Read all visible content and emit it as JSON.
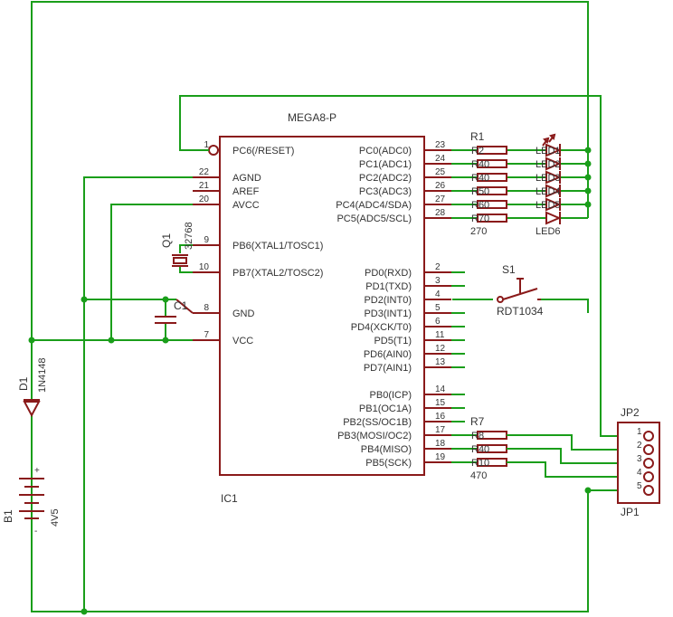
{
  "ic1": {
    "name": "IC1",
    "value": "MEGA8-P",
    "left_pins": [
      {
        "num": "1",
        "label": "PC6(/RESET)"
      },
      {
        "num": "22",
        "label": "AGND"
      },
      {
        "num": "21",
        "label": "AREF"
      },
      {
        "num": "20",
        "label": "AVCC"
      },
      {
        "num": "9",
        "label": "PB6(XTAL1/TOSC1)"
      },
      {
        "num": "10",
        "label": "PB7(XTAL2/TOSC2)"
      },
      {
        "num": "8",
        "label": "GND"
      },
      {
        "num": "7",
        "label": "VCC"
      }
    ],
    "right_pins": [
      {
        "num": "23",
        "label": "PC0(ADC0)"
      },
      {
        "num": "24",
        "label": "PC1(ADC1)"
      },
      {
        "num": "25",
        "label": "PC2(ADC2)"
      },
      {
        "num": "26",
        "label": "PC3(ADC3)"
      },
      {
        "num": "27",
        "label": "PC4(ADC4/SDA)"
      },
      {
        "num": "28",
        "label": "PC5(ADC5/SCL)"
      },
      {
        "num": "2",
        "label": "PD0(RXD)"
      },
      {
        "num": "3",
        "label": "PD1(TXD)"
      },
      {
        "num": "4",
        "label": "PD2(INT0)"
      },
      {
        "num": "5",
        "label": "PD3(INT1)"
      },
      {
        "num": "6",
        "label": "PD4(XCK/T0)"
      },
      {
        "num": "11",
        "label": "PD5(T1)"
      },
      {
        "num": "12",
        "label": "PD6(AIN0)"
      },
      {
        "num": "13",
        "label": "PD7(AIN1)"
      },
      {
        "num": "14",
        "label": "PB0(ICP)"
      },
      {
        "num": "15",
        "label": "PB1(OC1A)"
      },
      {
        "num": "16",
        "label": "PB2(SS/OC1B)"
      },
      {
        "num": "17",
        "label": "PB3(MOSI/OC2)"
      },
      {
        "num": "18",
        "label": "PB4(MISO)"
      },
      {
        "num": "19",
        "label": "PB5(SCK)"
      }
    ]
  },
  "q1": {
    "name": "Q1",
    "value": "32768"
  },
  "c1": {
    "name": "C1"
  },
  "d1": {
    "name": "D1",
    "value": "1N4148"
  },
  "b1": {
    "name": "B1",
    "value": "4V5",
    "plus": "+",
    "minus": "-"
  },
  "r_led": {
    "first": "R1",
    "last_value": "270",
    "overlaps": [
      "R2",
      "R40",
      "R40",
      "R50",
      "R60",
      "R70"
    ]
  },
  "leds": {
    "last": "LED6",
    "overlaps": [
      "LED1",
      "LED2",
      "LED3",
      "LED4",
      "LED5"
    ]
  },
  "s1": {
    "name": "S1",
    "value": "RDT1034"
  },
  "r_isp": {
    "first": "R7",
    "value": "470",
    "overlaps": [
      "R8",
      "R40",
      "R10"
    ]
  },
  "jp": {
    "top": "JP2",
    "bottom": "JP1",
    "pins": [
      "1",
      "2",
      "3",
      "4",
      "5"
    ]
  },
  "colors": {
    "wire": "#1a9e1a",
    "part": "#8a1a1a",
    "text": "#333333"
  }
}
